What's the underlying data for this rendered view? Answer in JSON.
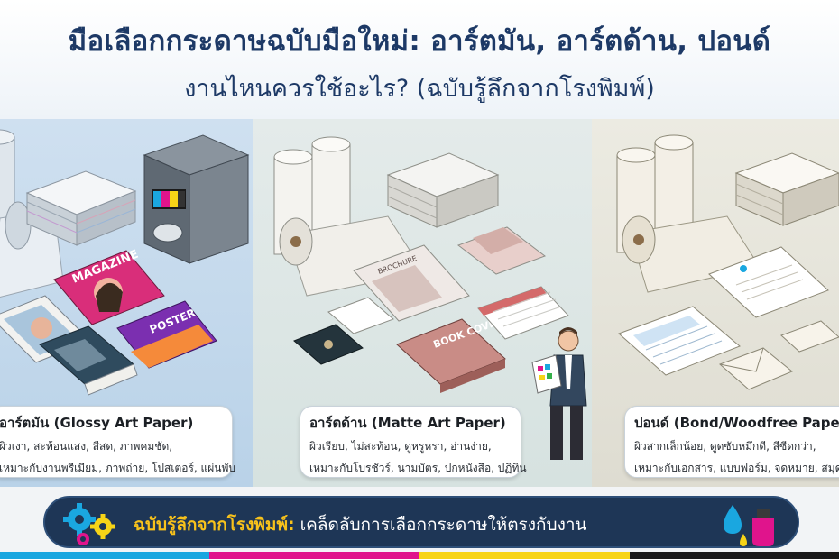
{
  "header": {
    "title": "มือเลือกกระดาษฉบับมือใหม่: อาร์ตมัน, อาร์ตด้าน, ปอนด์",
    "subtitle": "งานไหนควรใช้อะไร? (ฉบับรู้ลึกจากโรงพิมพ์)"
  },
  "panels": [
    {
      "caption_title": "อาร์ตมัน (Glossy Art Paper)",
      "line1": "ผิวเงา, สะท้อนแสง, สีสด, ภาพคมชัด,",
      "line2": "เหมาะกับงานพรีเมียม, ภาพถ่าย, โปสเตอร์, แผ่นพับ",
      "magazine_label": "MAGAZINE",
      "poster_label": "POSTER"
    },
    {
      "caption_title": "อาร์ตด้าน (Matte Art Paper)",
      "line1": "ผิวเรียบ, ไม่สะท้อน, ดูหรูหรา, อ่านง่าย,",
      "line2": "เหมาะกับโบรชัวร์, นามบัตร, ปกหนังสือ, ปฏิทิน",
      "brochure_label": "BROCHURE",
      "book_label": "BOOK COVER"
    },
    {
      "caption_title": "ปอนด์ (Bond/Woodfree Paper)",
      "line1": "ผิวสากเล็กน้อย, ดูดซับหมึกดี, สีซีดกว่า,",
      "line2": "เหมาะกับเอกสาร, แบบฟอร์ม, จดหมาย, สมุด"
    }
  ],
  "footer": {
    "highlight": "ฉบับรู้ลึกจากโรงพิมพ์:",
    "tip": " เคล็ดลับการเลือกกระดาษให้ตรงกับงาน"
  },
  "colors": {
    "navy": "#1e3656",
    "gold": "#f8c21b",
    "cyan": "#1aa7e0",
    "magenta": "#e0148c",
    "yellow": "#f7d417",
    "black": "#1a1a1a"
  }
}
